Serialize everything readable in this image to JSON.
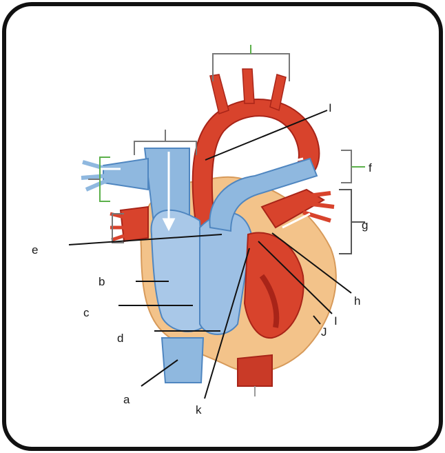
{
  "labels": {
    "a": "a",
    "b": "b",
    "c": "c",
    "d": "d",
    "e": "e",
    "f": "f",
    "g": "g",
    "h": "h",
    "i_top": "I",
    "i_lower": "I",
    "j": "J",
    "k": "k"
  },
  "colors": {
    "frame": "#111111",
    "deoxygenated": "#8fb8df",
    "deoxygenated_dark": "#4f86c0",
    "oxygenated": "#d8432c",
    "oxygenated_dark": "#a82418",
    "heart_wall": "#f3c38a",
    "bracket_green": "#5bb04a",
    "bracket_gray": "#777777"
  }
}
